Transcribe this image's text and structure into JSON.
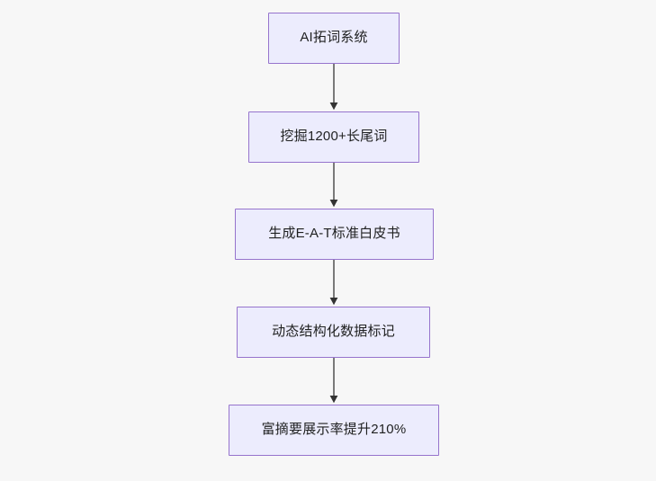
{
  "diagram": {
    "type": "flowchart",
    "orientation": "top-to-bottom",
    "background_color": "#f7f7f7",
    "node_fill_color": "#ececfd",
    "node_border_color": "#9674cd",
    "node_text_color": "#1f2020",
    "edge_color": "#7a7a7a",
    "arrowhead_color": "#333333",
    "nodes": [
      {
        "id": "node-0",
        "label": "AI拓词系统"
      },
      {
        "id": "node-1",
        "label": "挖掘1200+长尾词"
      },
      {
        "id": "node-2",
        "label": "生成E-A-T标准白皮书"
      },
      {
        "id": "node-3",
        "label": "动态结构化数据标记"
      },
      {
        "id": "node-4",
        "label": "富摘要展示率提升210%"
      }
    ],
    "edges": [
      {
        "from": "node-0",
        "to": "node-1",
        "label": ""
      },
      {
        "from": "node-1",
        "to": "node-2",
        "label": ""
      },
      {
        "from": "node-2",
        "to": "node-3",
        "label": ""
      },
      {
        "from": "node-3",
        "to": "node-4",
        "label": ""
      }
    ]
  }
}
